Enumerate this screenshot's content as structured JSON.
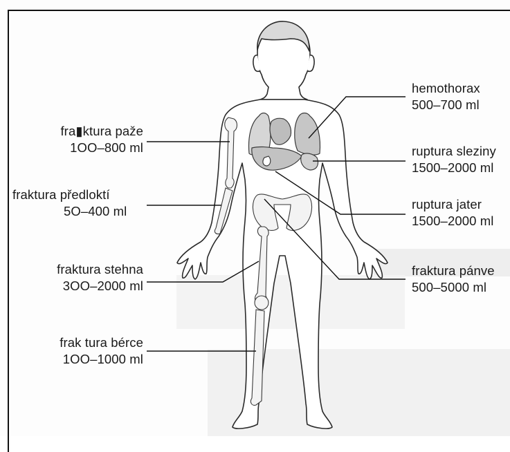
{
  "labels": {
    "fracture_arm": {
      "name": "fra▮ktura paže",
      "volume": "1OO–800 ml"
    },
    "fracture_forearm": {
      "name": "fraktura předloktí",
      "volume": "5O–400 ml"
    },
    "fracture_femur": {
      "name": "fraktura stehna",
      "volume": "3OO–2000 ml"
    },
    "fracture_shin": {
      "name": "frak tura bérce",
      "volume": "1OO–1000 ml"
    },
    "hemothorax": {
      "name": "hemothorax",
      "volume": "500–700 ml"
    },
    "spleen_rupture": {
      "name": "ruptura sleziny",
      "volume": "1500–2000 ml"
    },
    "liver_rupture": {
      "name": "ruptura jater",
      "volume": "1500–2000 ml"
    },
    "pelvis_fracture": {
      "name": "fraktura pánve",
      "volume": "500–5000 ml"
    }
  },
  "colors": {
    "outline": "#2a2a2a",
    "organ": "#c9c9c9",
    "bone": "#f2f2f2",
    "skin": "#ffffff",
    "leader": "#111111"
  }
}
